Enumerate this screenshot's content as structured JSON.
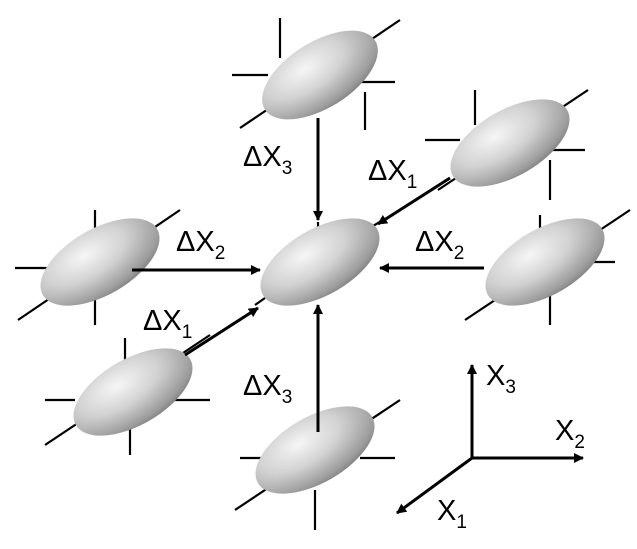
{
  "diagram": {
    "displacement_labels": {
      "dx1_upper": {
        "delta": "ΔX",
        "sub": "1"
      },
      "dx2_upper": {
        "delta": "ΔX",
        "sub": "2"
      },
      "dx2_left": {
        "delta": "ΔX",
        "sub": "2"
      },
      "dx3_upper": {
        "delta": "ΔX",
        "sub": "3"
      },
      "dx1_lower": {
        "delta": "ΔX",
        "sub": "1"
      },
      "dx3_lower": {
        "delta": "ΔX",
        "sub": "3"
      }
    },
    "axes": {
      "x1": {
        "name": "X",
        "sub": "1"
      },
      "x2": {
        "name": "X",
        "sub": "2"
      },
      "x3": {
        "name": "X",
        "sub": "3"
      }
    },
    "colors": {
      "ellipsoid_light": "#f4f4f4",
      "ellipsoid_mid": "#c8c8c8",
      "ellipsoid_dark": "#8a8a8a",
      "line": "#000000"
    }
  }
}
